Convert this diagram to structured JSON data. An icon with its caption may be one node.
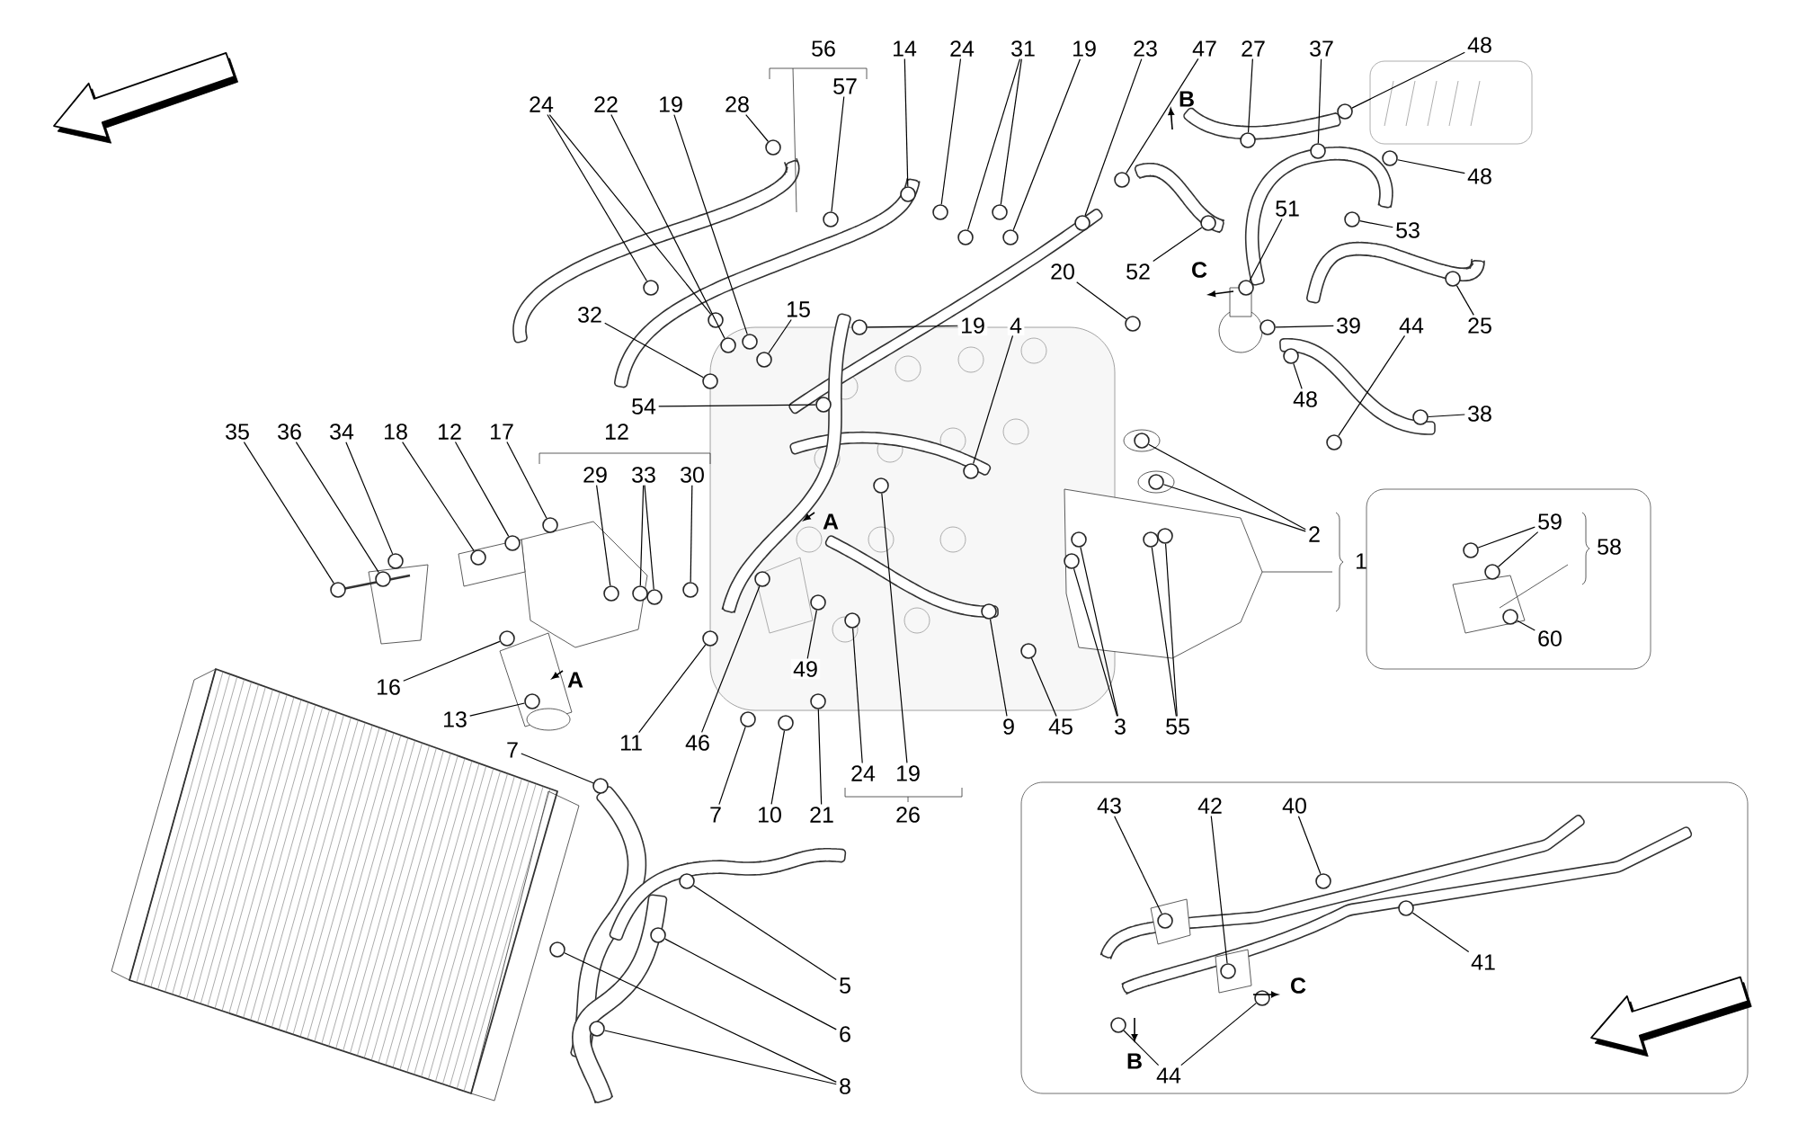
{
  "diagram": {
    "nodes": [
      {
        "text": [
          "14"
        ]
      },
      {
        "text": [
          "24"
        ]
      },
      {
        "text": [
          "31"
        ]
      },
      {
        "text": [
          "19"
        ]
      },
      {
        "text": [
          "23"
        ]
      },
      {
        "text": [
          "47"
        ]
      },
      {
        "text": [
          "27"
        ]
      },
      {
        "text": [
          "37"
        ]
      },
      {
        "text": [
          "48"
        ]
      },
      {
        "text": [
          "57"
        ]
      },
      {
        "text": [
          "24"
        ]
      },
      {
        "text": [
          "22"
        ]
      },
      {
        "text": [
          "19"
        ]
      },
      {
        "text": [
          "28"
        ]
      },
      {
        "text": [
          "48"
        ]
      },
      {
        "text": [
          "51"
        ]
      },
      {
        "text": [
          "53"
        ]
      },
      {
        "text": [
          "20"
        ]
      },
      {
        "text": [
          "52"
        ]
      },
      {
        "text": [
          "15"
        ]
      },
      {
        "text": [
          "32"
        ]
      },
      {
        "text": [
          "19"
        ]
      },
      {
        "text": [
          "4"
        ]
      },
      {
        "text": [
          "44"
        ]
      },
      {
        "text": [
          "39"
        ]
      },
      {
        "text": [
          "25"
        ]
      },
      {
        "text": [
          "54"
        ]
      },
      {
        "text": [
          "48"
        ]
      },
      {
        "text": [
          "38"
        ]
      },
      {
        "text": [
          "35"
        ]
      },
      {
        "text": [
          "36"
        ]
      },
      {
        "text": [
          "34"
        ]
      },
      {
        "text": [
          "18"
        ]
      },
      {
        "text": [
          "12"
        ]
      },
      {
        "text": [
          "17"
        ]
      },
      {
        "text": [
          "29"
        ]
      },
      {
        "text": [
          "33"
        ]
      },
      {
        "text": [
          "30"
        ]
      },
      {
        "text": [
          "59"
        ]
      },
      {
        "text": [
          "2"
        ]
      },
      {
        "text": [
          "60"
        ]
      },
      {
        "text": [
          "49"
        ]
      },
      {
        "text": [
          "16"
        ]
      },
      {
        "text": [
          "13"
        ]
      },
      {
        "text": [
          "9"
        ]
      },
      {
        "text": [
          "45"
        ]
      },
      {
        "text": [
          "3"
        ]
      },
      {
        "text": [
          "55"
        ]
      },
      {
        "text": [
          "11"
        ]
      },
      {
        "text": [
          "46"
        ]
      },
      {
        "text": [
          "7"
        ]
      },
      {
        "text": [
          "24"
        ]
      },
      {
        "text": [
          "19"
        ]
      },
      {
        "text": [
          "43"
        ]
      },
      {
        "text": [
          "42"
        ]
      },
      {
        "text": [
          "40"
        ]
      },
      {
        "text": [
          "7"
        ]
      },
      {
        "text": [
          "10"
        ]
      },
      {
        "text": [
          "21"
        ]
      },
      {
        "text": [
          "41"
        ]
      },
      {
        "text": [
          "5"
        ]
      },
      {
        "text": [
          "6"
        ]
      },
      {
        "text": [
          "44"
        ]
      },
      {
        "text": [
          "8"
        ]
      },
      {
        "text": [],
        "shape": "circle"
      },
      {
        "text": [],
        "shape": "circle"
      },
      {
        "text": [],
        "shape": "circle"
      },
      {
        "text": [],
        "shape": "circle"
      },
      {
        "text": [],
        "shape": "circle"
      },
      {
        "text": [],
        "shape": "circle"
      },
      {
        "text": [],
        "shape": "circle"
      },
      {
        "text": [],
        "shape": "circle"
      },
      {
        "text": [],
        "shape": "circle"
      },
      {
        "text": [],
        "shape": "circle"
      },
      {
        "text": [],
        "shape": "circle"
      },
      {
        "text": [],
        "shape": "circle"
      },
      {
        "text": [],
        "shape": "circle"
      },
      {
        "text": [],
        "shape": "circle"
      },
      {
        "text": [],
        "shape": "circle"
      },
      {
        "text": [],
        "shape": "circle"
      },
      {
        "text": [],
        "shape": "circle"
      },
      {
        "text": [],
        "shape": "circle"
      },
      {
        "text": [],
        "shape": "circle"
      },
      {
        "text": [],
        "shape": "circle"
      },
      {
        "text": [],
        "shape": "circle"
      },
      {
        "text": [],
        "shape": "circle"
      },
      {
        "text": [],
        "shape": "circle"
      },
      {
        "text": [],
        "shape": "circle"
      },
      {
        "text": [],
        "shape": "circle"
      },
      {
        "text": [],
        "shape": "circle"
      },
      {
        "text": [],
        "shape": "circle"
      },
      {
        "text": [],
        "shape": "circle"
      },
      {
        "text": [],
        "shape": "circle"
      },
      {
        "text": [],
        "shape": "circle"
      },
      {
        "text": [],
        "shape": "circle"
      },
      {
        "text": [],
        "shape": "circle"
      },
      {
        "text": [],
        "shape": "circle"
      },
      {
        "text": [],
        "shape": "circle"
      },
      {
        "text": [],
        "shape": "circle"
      },
      {
        "text": [],
        "shape": "circle"
      },
      {
        "text": [],
        "shape": "circle"
      },
      {
        "text": [],
        "shape": "circle"
      },
      {
        "text": [],
        "shape": "circle"
      },
      {
        "text": [],
        "shape": "circle"
      },
      {
        "text": [],
        "shape": "circle"
      },
      {
        "text": [],
        "shape": "circle"
      },
      {
        "text": [],
        "shape": "circle"
      },
      {
        "text": [],
        "shape": "circle"
      },
      {
        "text": [],
        "shape": "circle"
      },
      {
        "text": [],
        "shape": "circle"
      },
      {
        "text": [],
        "shape": "circle"
      },
      {
        "text": [],
        "shape": "circle"
      },
      {
        "text": [],
        "shape": "circle"
      },
      {
        "text": [],
        "shape": "circle"
      },
      {
        "text": [],
        "shape": "circle"
      },
      {
        "text": [],
        "shape": "circle"
      },
      {
        "text": [],
        "shape": "circle"
      },
      {
        "text": [],
        "shape": "circle"
      },
      {
        "text": [],
        "shape": "circle"
      },
      {
        "text": [],
        "shape": "circle"
      },
      {
        "text": [],
        "shape": "circle"
      },
      {
        "text": [],
        "shape": "circle"
      },
      {
        "text": [],
        "shape": "circle"
      },
      {
        "text": [],
        "shape": "circle"
      },
      {
        "text": [],
        "shape": "circle"
      },
      {
        "text": [],
        "shape": "circle"
      },
      {
        "text": [],
        "shape": "circle"
      },
      {
        "text": [],
        "shape": "circle"
      },
      {
        "text": [],
        "shape": "circle"
      },
      {
        "text": [],
        "shape": "circle"
      },
      {
        "text": [],
        "shape": "circle"
      },
      {
        "text": [],
        "shape": "circle"
      },
      {
        "text": [],
        "shape": "circle"
      },
      {
        "text": [],
        "shape": "circle"
      },
      {
        "text": [],
        "shape": "circle"
      },
      {
        "text": [],
        "shape": "circle"
      },
      {
        "text": [],
        "shape": "circle"
      }
    ],
    "edges": [
      {
        "from": 0,
        "to": 64,
        "arrow": "none"
      },
      {
        "from": 1,
        "to": 65,
        "arrow": "none"
      },
      {
        "from": 2,
        "to": 66,
        "arrow": "none"
      },
      {
        "from": 2,
        "to": 67,
        "arrow": "none"
      },
      {
        "from": 3,
        "to": 68,
        "arrow": "none"
      },
      {
        "from": 4,
        "to": 69,
        "arrow": "none"
      },
      {
        "from": 5,
        "to": 70,
        "arrow": "none"
      },
      {
        "from": 6,
        "to": 71,
        "arrow": "none"
      },
      {
        "from": 7,
        "to": 72,
        "arrow": "none"
      },
      {
        "from": 8,
        "to": 73,
        "arrow": "none"
      },
      {
        "from": 9,
        "to": 74,
        "arrow": "none"
      },
      {
        "from": 10,
        "to": 75,
        "arrow": "none"
      },
      {
        "from": 10,
        "to": 76,
        "arrow": "none"
      },
      {
        "from": 11,
        "to": 77,
        "arrow": "none"
      },
      {
        "from": 12,
        "to": 78,
        "arrow": "none"
      },
      {
        "from": 13,
        "to": 79,
        "arrow": "none"
      },
      {
        "from": 14,
        "to": 80,
        "arrow": "none"
      },
      {
        "from": 15,
        "to": 81,
        "arrow": "none"
      },
      {
        "from": 16,
        "to": 82,
        "arrow": "none"
      },
      {
        "from": 17,
        "to": 83,
        "arrow": "none"
      },
      {
        "from": 18,
        "to": 84,
        "arrow": "none"
      },
      {
        "from": 19,
        "to": 85,
        "arrow": "none"
      },
      {
        "from": 20,
        "to": 86,
        "arrow": "none"
      },
      {
        "from": 21,
        "to": 87,
        "arrow": "none"
      },
      {
        "from": 22,
        "to": 88,
        "arrow": "none"
      },
      {
        "from": 23,
        "to": 89,
        "arrow": "none"
      },
      {
        "from": 24,
        "to": 90,
        "arrow": "none"
      },
      {
        "from": 25,
        "to": 91,
        "arrow": "none"
      },
      {
        "from": 26,
        "to": 92,
        "arrow": "none"
      },
      {
        "from": 27,
        "to": 93,
        "arrow": "none"
      },
      {
        "from": 28,
        "to": 94,
        "arrow": "none"
      },
      {
        "from": 29,
        "to": 95,
        "arrow": "none"
      },
      {
        "from": 30,
        "to": 96,
        "arrow": "none"
      },
      {
        "from": 31,
        "to": 97,
        "arrow": "none"
      },
      {
        "from": 32,
        "to": 98,
        "arrow": "none"
      },
      {
        "from": 33,
        "to": 99,
        "arrow": "none"
      },
      {
        "from": 34,
        "to": 100,
        "arrow": "none"
      },
      {
        "from": 35,
        "to": 101,
        "arrow": "none"
      },
      {
        "from": 36,
        "to": 102,
        "arrow": "none"
      },
      {
        "from": 36,
        "to": 103,
        "arrow": "none"
      },
      {
        "from": 37,
        "to": 104,
        "arrow": "none"
      },
      {
        "from": 38,
        "to": 105,
        "arrow": "none"
      },
      {
        "from": 38,
        "to": 106,
        "arrow": "none"
      },
      {
        "from": 39,
        "to": 107,
        "arrow": "none"
      },
      {
        "from": 39,
        "to": 108,
        "arrow": "none"
      },
      {
        "from": 40,
        "to": 109,
        "arrow": "none"
      },
      {
        "from": 41,
        "to": 110,
        "arrow": "none"
      },
      {
        "from": 42,
        "to": 111,
        "arrow": "none"
      },
      {
        "from": 43,
        "to": 112,
        "arrow": "none"
      },
      {
        "from": 44,
        "to": 113,
        "arrow": "none"
      },
      {
        "from": 45,
        "to": 114,
        "arrow": "none"
      },
      {
        "from": 46,
        "to": 115,
        "arrow": "none"
      },
      {
        "from": 46,
        "to": 116,
        "arrow": "none"
      },
      {
        "from": 47,
        "to": 117,
        "arrow": "none"
      },
      {
        "from": 47,
        "to": 118,
        "arrow": "none"
      },
      {
        "from": 48,
        "to": 119,
        "arrow": "none"
      },
      {
        "from": 49,
        "to": 120,
        "arrow": "none"
      },
      {
        "from": 50,
        "to": 121,
        "arrow": "none"
      },
      {
        "from": 51,
        "to": 122,
        "arrow": "none"
      },
      {
        "from": 52,
        "to": 123,
        "arrow": "none"
      },
      {
        "from": 53,
        "to": 124,
        "arrow": "none"
      },
      {
        "from": 54,
        "to": 125,
        "arrow": "none"
      },
      {
        "from": 55,
        "to": 126,
        "arrow": "none"
      },
      {
        "from": 56,
        "to": 127,
        "arrow": "none"
      },
      {
        "from": 57,
        "to": 128,
        "arrow": "none"
      },
      {
        "from": 58,
        "to": 129,
        "arrow": "none"
      },
      {
        "from": 59,
        "to": 130,
        "arrow": "none"
      },
      {
        "from": 60,
        "to": 131,
        "arrow": "none"
      },
      {
        "from": 61,
        "to": 132,
        "arrow": "none"
      },
      {
        "from": 62,
        "to": 133,
        "arrow": "none"
      },
      {
        "from": 62,
        "to": 134,
        "arrow": "none"
      },
      {
        "from": 63,
        "to": 135,
        "arrow": "none"
      },
      {
        "from": 63,
        "to": 136,
        "arrow": "none"
      }
    ],
    "labels": [
      "56",
      "12",
      "26",
      "1",
      "58",
      "A",
      "A",
      "B",
      "C",
      "B",
      "C"
    ]
  }
}
